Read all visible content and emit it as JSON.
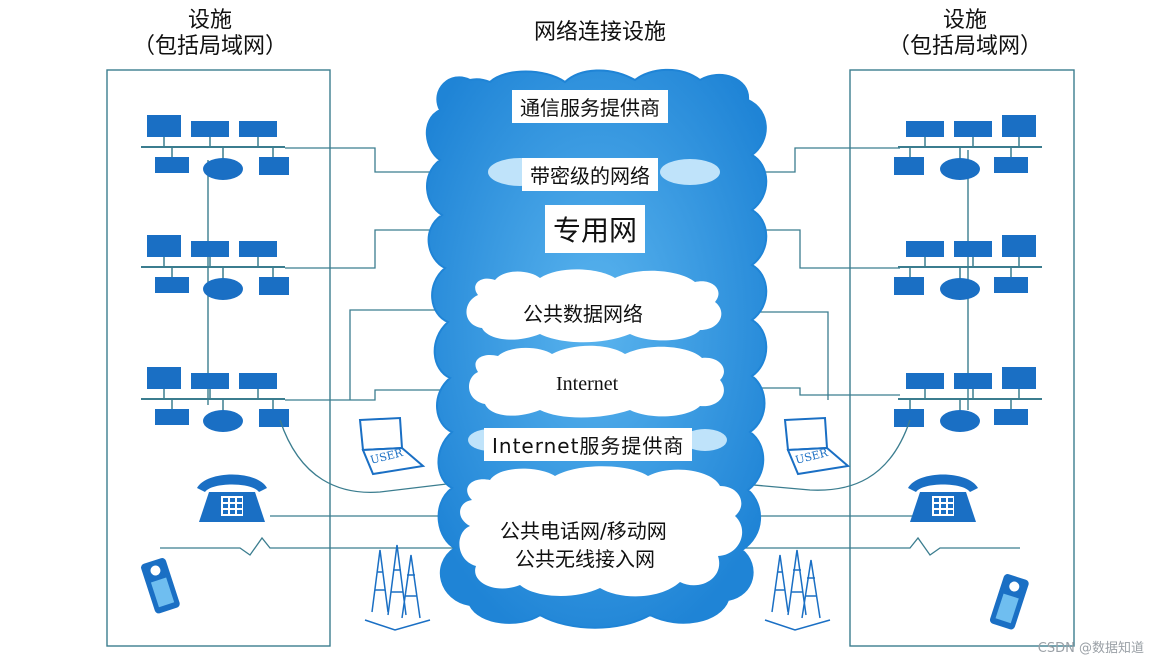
{
  "header": {
    "left_title_line1": "设施",
    "left_title_line2": "（包括局域网）",
    "center_title": "网络连接设施",
    "right_title_line1": "设施",
    "right_title_line2": "（包括局域网）"
  },
  "cloud": {
    "layers": [
      "通信服务提供商",
      "带密级的网络",
      "专用网",
      "公共数据网络",
      "Internet",
      "Internet服务提供商",
      "公共电话网/移动网",
      "公共无线接入网"
    ]
  },
  "devices": {
    "laptop_label": "USER"
  },
  "watermark": "CSDN @数据知道",
  "colors": {
    "accent_blue": "#1a6fc4",
    "cloud_light": "#6fbef0",
    "line": "#3b7d8f"
  }
}
